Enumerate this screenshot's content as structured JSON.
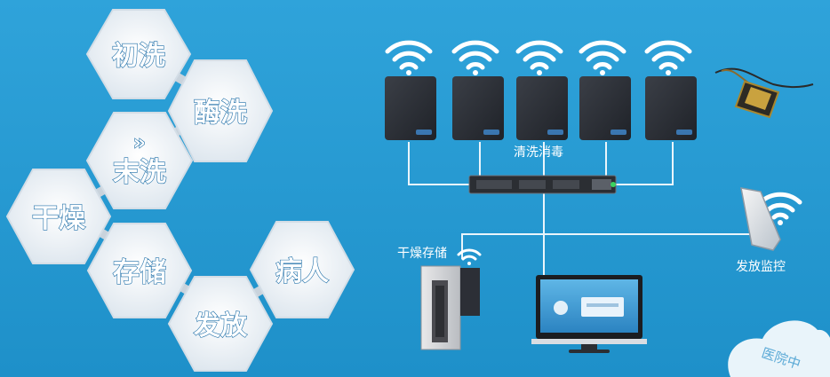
{
  "process_steps": {
    "initial_wash": "初洗",
    "enzyme_wash": "酶洗",
    "final_wash": "末洗",
    "arrow": "»",
    "dry": "干燥",
    "store": "存储",
    "dispatch": "发放",
    "patient": "病人"
  },
  "network": {
    "clean_disinfect": "清洗消毒",
    "dry_store": "干燥存储",
    "dispatch_monitor": "发放监控",
    "cloud_text": "医院中"
  },
  "colors": {
    "background": "#2a9bd3",
    "hex_fill": "#f4f4f4",
    "device_dark": "#2c2f36",
    "wifi": "#ffffff",
    "line": "#e8f4fb"
  }
}
